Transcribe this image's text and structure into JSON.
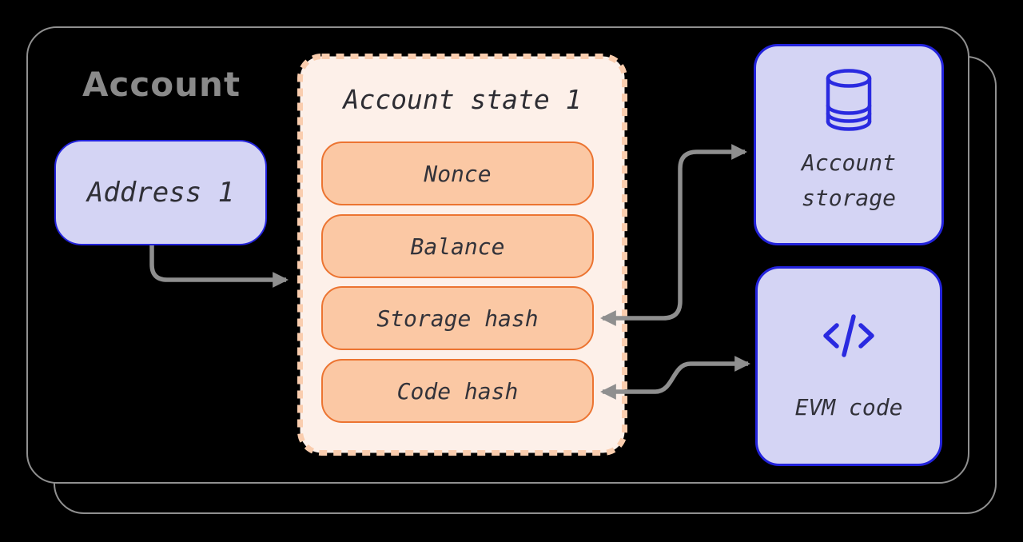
{
  "container": {
    "title": "Account"
  },
  "address_box": {
    "label": "Address 1"
  },
  "state_box": {
    "title": "Account state 1",
    "fields": [
      "Nonce",
      "Balance",
      "Storage hash",
      "Code hash"
    ]
  },
  "storage_box": {
    "label": "Account storage",
    "icon": "database-icon"
  },
  "code_box": {
    "label": "EVM code",
    "icon": "code-icon"
  },
  "colors": {
    "background": "#000000",
    "container_border": "#909090",
    "heading_gray": "#8a8a8a",
    "lavender_fill": "#d4d4f4",
    "blue_border": "#2323dc",
    "state_fill": "#fdf0e9",
    "state_dash": "#facdae",
    "pill_fill": "#fbc8a4",
    "pill_border": "#ec7431",
    "arrow_gray": "#8f8f8f",
    "text_dark": "#2f2f36"
  }
}
